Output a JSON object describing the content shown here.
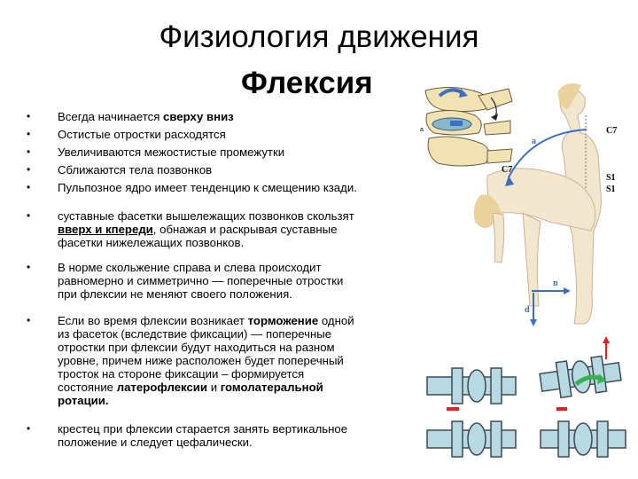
{
  "slide": {
    "title": "Физиология движения",
    "subtitle": "Флексия"
  },
  "group1": [
    {
      "pre": "Всегда начинается ",
      "bold": "сверху вниз",
      "post": ""
    },
    {
      "pre": "Остистые отростки расходятся",
      "bold": "",
      "post": ""
    },
    {
      "pre": "Увеличиваются межостистые промежутки",
      "bold": "",
      "post": ""
    },
    {
      "pre": "Сближаются тела позвонков",
      "bold": "",
      "post": ""
    },
    {
      "pre": "Пульпозное ядро имеет тенденцию к смещению кзади.",
      "bold": "",
      "post": ""
    }
  ],
  "b6": {
    "l1": "суставные фасетки вышележащих позвонков скользят",
    "l2u": "вверх и кпереди",
    "l2r": ", обнажая и раскрывая суставные",
    "l3": "фасетки нижележащих позвонков."
  },
  "b7": {
    "l1": "В норме скольжение справа и слева происходит",
    "l2": "равномерно и симметрично — поперечные отростки",
    "l3": "при флексии не меняют своего положения."
  },
  "b8": {
    "l1a": "Если во время флексии возникает ",
    "l1b": "торможение",
    "l1c": " одной",
    "l2": "из фасеток (вследствие фиксации) — поперечные",
    "l3": "отростки при флексии будут находиться на разном",
    "l4": "уровне, причем ниже расположен будет поперечный",
    "l5": "тросток на стороне фиксации – формируется",
    "l6a": "состояние ",
    "l6b": "латерофлексии",
    "l6c": " и ",
    "l6d": "гомолатеральной",
    "l7": "ротации."
  },
  "b9": {
    "l1": "крестец при флексии старается занять вертикальное",
    "l2": "положение и следует цефалически."
  },
  "bullet_char": "•",
  "figure_labels": {
    "c7_top": "C7",
    "c7_bottom": "C7",
    "s1_top": "S1",
    "s1_bottom": "S1",
    "a": "a",
    "n": "n",
    "d": "d",
    "a_small": "a"
  },
  "colors": {
    "arrow_blue": "#3a6fc4",
    "body_fill": "#f3e6cf",
    "vertebra_fill": "#b8d8e2",
    "vertebra_stroke": "#3a4b55",
    "red_mark": "#e22020",
    "green_arrow": "#36b34a"
  }
}
